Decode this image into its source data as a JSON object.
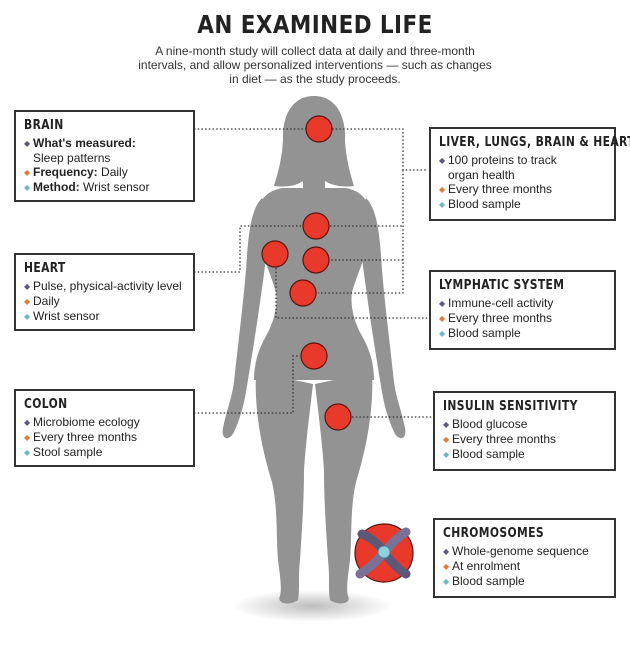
{
  "title": "AN EXAMINED LIFE",
  "subtitle": "A nine-month study will collect data at daily and three-month intervals, and allow personalized interventions — such as changes in diet — as the study proceeds.",
  "colors": {
    "silhouette": "#939393",
    "dot": "#e8392b",
    "bullet_measured": "#5a5a7a",
    "bullet_frequency": "#e07a3c",
    "bullet_method": "#6fb7c2"
  },
  "icons": [
    "body-silhouette",
    "organ-dot",
    "chromosome-icon"
  ],
  "boxes": {
    "brain": {
      "title": "BRAIN",
      "measured_label": "What's measured:",
      "measured": "Sleep patterns",
      "frequency_label": "Frequency:",
      "frequency": "Daily",
      "method_label": "Method:",
      "method": "Wrist sensor"
    },
    "heart": {
      "title": "HEART",
      "measured": "Pulse, physical-activity level",
      "frequency": "Daily",
      "method": "Wrist sensor"
    },
    "colon": {
      "title": "COLON",
      "measured": "Microbiome ecology",
      "frequency": "Every three months",
      "method": "Stool sample"
    },
    "liver": {
      "title": "LIVER, LUNGS, BRAIN & HEART",
      "measured_line1": "100 proteins to track",
      "measured_line2": "organ health",
      "frequency": "Every three months",
      "method": "Blood sample"
    },
    "lymph": {
      "title": "LYMPHATIC SYSTEM",
      "measured": "Immune-cell activity",
      "frequency": "Every three months",
      "method": "Blood sample"
    },
    "insulin": {
      "title": "INSULIN SENSITIVITY",
      "measured": "Blood glucose",
      "frequency": "Every three months",
      "method": "Blood sample"
    },
    "chromo": {
      "title": "CHROMOSOMES",
      "measured": "Whole-genome sequence",
      "frequency": "At enrolment",
      "method": "Blood sample"
    }
  }
}
